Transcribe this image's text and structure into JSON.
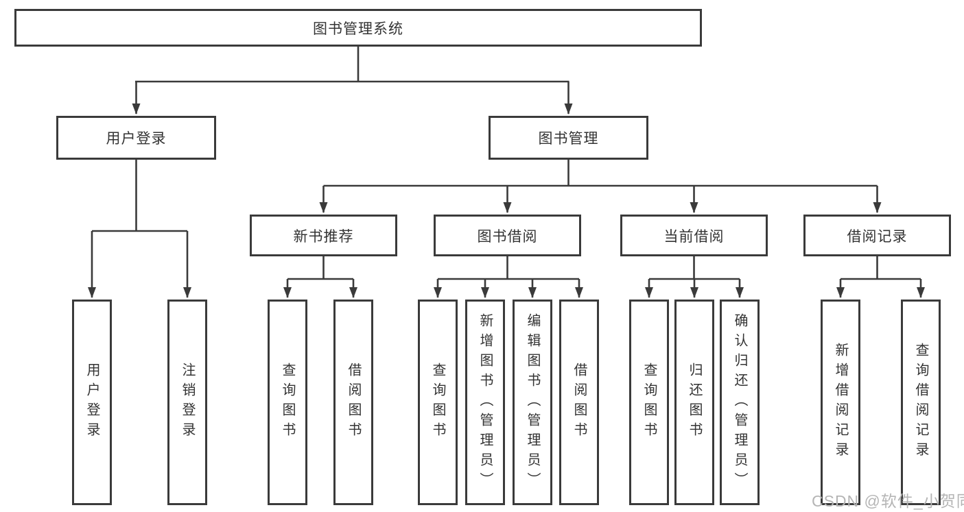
{
  "diagram": {
    "type": "tree",
    "tree": {
      "root": {
        "label": "图书管理系统",
        "children": [
          {
            "label": "用户登录",
            "children": [
              {
                "label": "用户登录"
              },
              {
                "label": "注销登录"
              }
            ]
          },
          {
            "label": "图书管理",
            "children": [
              {
                "label": "新书推荐",
                "children": [
                  {
                    "label": "查询图书"
                  },
                  {
                    "label": "借阅图书"
                  }
                ]
              },
              {
                "label": "图书借阅",
                "children": [
                  {
                    "label": "查询图书"
                  },
                  {
                    "label": "新增图书（管理员）"
                  },
                  {
                    "label": "编辑图书（管理员）"
                  },
                  {
                    "label": "借阅图书"
                  }
                ]
              },
              {
                "label": "当前借阅",
                "children": [
                  {
                    "label": "查询图书"
                  },
                  {
                    "label": "归还图书"
                  },
                  {
                    "label": "确认归还（管理员）"
                  }
                ]
              },
              {
                "label": "借阅记录",
                "children": [
                  {
                    "label": "新增借阅记录"
                  },
                  {
                    "label": "查询借阅记录"
                  }
                ]
              }
            ]
          }
        ]
      }
    },
    "colors": {
      "line": "#3a3a3a",
      "text": "#333333",
      "box_fill": "#ffffff",
      "watermark": "#b5b5b5"
    }
  },
  "watermark": {
    "text": "CSDN @软件_小贺同学"
  }
}
